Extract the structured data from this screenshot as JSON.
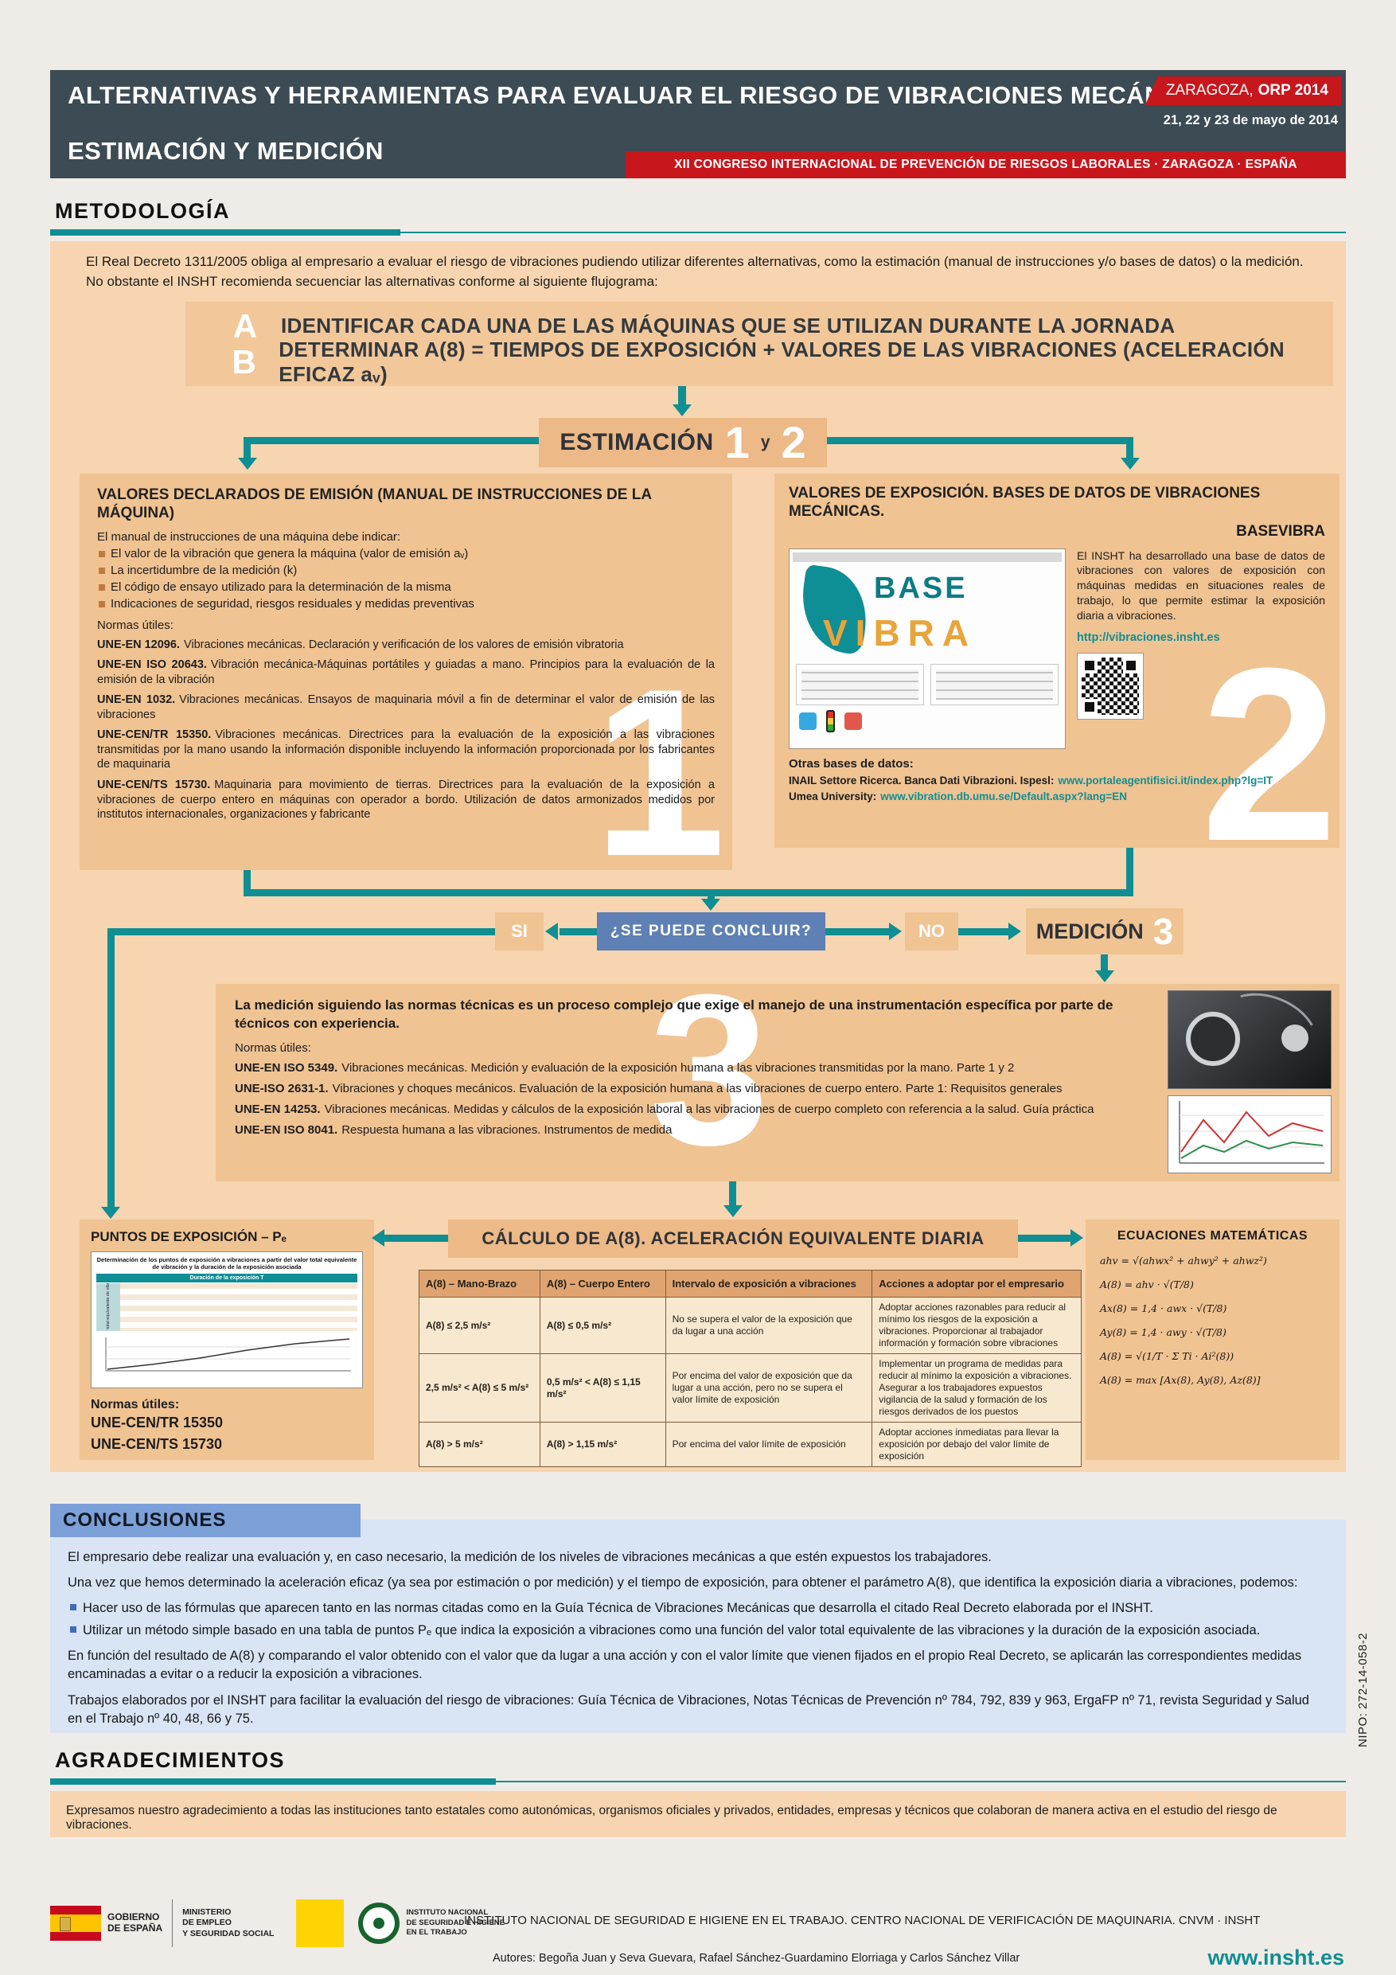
{
  "header": {
    "title_line1": "ALTERNATIVAS Y HERRAMIENTAS PARA EVALUAR EL RIESGO DE VIBRACIONES MECÁNICAS",
    "title_line2": "ESTIMACIÓN Y MEDICIÓN",
    "badge_city": "ZARAGOZA,",
    "badge_event": "ORP 2014",
    "dates": "21, 22 y 23 de mayo de 2014",
    "congress": "XII CONGRESO INTERNACIONAL DE PREVENCIÓN DE RIESGOS LABORALES · ZARAGOZA · ESPAÑA"
  },
  "metodologia": {
    "heading": "METODOLOGÍA",
    "intro": "El Real Decreto 1311/2005 obliga al empresario a evaluar el riesgo de vibraciones pudiendo utilizar diferentes alternativas, como la estimación (manual de instrucciones y/o bases de datos) o la medición. No obstante el INSHT recomienda secuenciar las alternativas conforme al siguiente flujograma:"
  },
  "flow": {
    "step_a_letter": "A",
    "step_a_text": "IDENTIFICAR CADA UNA DE LAS MÁQUINAS QUE SE UTILIZAN DURANTE LA JORNADA",
    "step_b_letter": "B",
    "step_b_text": "DETERMINAR A(8) = TIEMPOS DE EXPOSICIÓN + VALORES DE LAS VIBRACIONES (ACELERACIÓN EFICAZ aᵥ)",
    "estimacion_label": "ESTIMACIÓN",
    "estimacion_num1": "1",
    "estimacion_conj": "y",
    "estimacion_num2": "2",
    "question": "¿SE PUEDE CONCLUIR?",
    "yes_label": "SI",
    "no_label": "NO",
    "medicion_label": "MEDICIÓN",
    "medicion_number": "3"
  },
  "declared_values": {
    "title": "VALORES DECLARADOS DE EMISIÓN (MANUAL DE INSTRUCCIONES DE LA MÁQUINA)",
    "intro": "El manual de instrucciones de una máquina debe indicar:",
    "bullets": [
      "El valor de la vibración que genera la máquina (valor de emisión aᵥ)",
      "La incertidumbre de la medición (k)",
      "El código de ensayo utilizado para la determinación de la misma",
      "Indicaciones de seguridad, riesgos residuales y medidas preventivas"
    ],
    "normas_label": "Normas útiles:",
    "normas": [
      {
        "code": "UNE-EN 12096.",
        "text": "Vibraciones mecánicas. Declaración y verificación de los valores de emisión vibratoria"
      },
      {
        "code": "UNE-EN ISO 20643.",
        "text": "Vibración mecánica-Máquinas portátiles y guiadas a mano. Principios para la evaluación de la emisión de la vibración"
      },
      {
        "code": "UNE-EN 1032.",
        "text": "Vibraciones mecánicas. Ensayos de maquinaria móvil a fin de determinar el valor de emisión de las vibraciones"
      },
      {
        "code": "UNE-CEN/TR 15350.",
        "text": "Vibraciones mecánicas. Directrices para la evaluación de la exposición a las vibraciones transmitidas por la mano usando la información disponible incluyendo la información proporcionada por los fabricantes de maquinaria"
      },
      {
        "code": "UNE-CEN/TS 15730.",
        "text": "Maquinaria para movimiento de tierras. Directrices para la evaluación de la exposición a vibraciones de cuerpo entero en máquinas con operador a bordo. Utilización de datos armonizados medidos por institutos internacionales, organizaciones y fabricante"
      }
    ],
    "big_number": "1"
  },
  "exposure_values": {
    "title": "VALORES DE EXPOSICIÓN. BASES DE DATOS DE VIBRACIONES MECÁNICAS.",
    "subtitle": "BASEVIBRA",
    "logo_top": "BASE",
    "logo_bottom": "VIBRA",
    "description": "El INSHT ha desarrollado una base de datos de vibraciones con valores de exposición con máquinas medidas en situaciones reales de trabajo, lo que permite estimar la exposición diaria a vibraciones.",
    "link": "http://vibraciones.insht.es",
    "otras_label": "Otras bases de datos:",
    "otras": [
      {
        "name": "INAIL Settore Ricerca. Banca Dati Vibrazioni. Ispesl:",
        "url": "www.portaleagentifisici.it/index.php?lg=IT"
      },
      {
        "name": "Umea University:",
        "url": "www.vibration.db.umu.se/Default.aspx?lang=EN"
      }
    ],
    "big_number": "2"
  },
  "medicion": {
    "text": "La medición siguiendo las normas técnicas es un proceso complejo que exige el manejo de una instrumentación específica por parte de técnicos con experiencia.",
    "normas_label": "Normas útiles:",
    "normas": [
      {
        "code": "UNE-EN ISO 5349.",
        "text": "Vibraciones mecánicas. Medición y evaluación de la exposición humana a las vibraciones transmitidas por la mano. Parte 1 y 2"
      },
      {
        "code": "UNE-ISO 2631-1.",
        "text": "Vibraciones y choques mecánicos. Evaluación de la exposición humana a las vibraciones de cuerpo entero. Parte 1: Requisitos generales"
      },
      {
        "code": "UNE-EN 14253.",
        "text": "Vibraciones mecánicas. Medidas y cálculos de la exposición laboral a las vibraciones de cuerpo completo con referencia a la salud. Guía práctica"
      },
      {
        "code": "UNE-EN ISO 8041.",
        "text": "Respuesta humana a las vibraciones. Instrumentos de medida"
      }
    ],
    "big_number": "3"
  },
  "puntos": {
    "title": "PUNTOS DE EXPOSICIÓN – Pₑ",
    "figure_caption": "Determinación de los puntos de exposición a vibraciones a partir del valor total equivalente de vibración y la duración de la exposición asociada",
    "figure_col_header": "Duración de la exposición T",
    "figure_row_header": "Valor total equivalente de vibración",
    "normas_label": "Normas útiles:",
    "normas": [
      "UNE-CEN/TR 15350",
      "UNE-CEN/TS 15730"
    ]
  },
  "calculo": {
    "title": "CÁLCULO DE A(8). ACELERACIÓN EQUIVALENTE DIARIA",
    "headers": [
      "A(8) – Mano-Brazo",
      "A(8) – Cuerpo Entero",
      "Intervalo de exposición a vibraciones",
      "Acciones a adoptar por el empresario"
    ],
    "rows": [
      [
        "A(8) ≤ 2,5 m/s²",
        "A(8) ≤ 0,5 m/s²",
        "No se supera el valor de la exposición que da lugar a una acción",
        "Adoptar acciones razonables para reducir al mínimo los riesgos de la exposición a vibraciones. Proporcionar al trabajador información y formación sobre vibraciones"
      ],
      [
        "2,5 m/s² < A(8) ≤ 5 m/s²",
        "0,5 m/s² < A(8) ≤ 1,15 m/s²",
        "Por encima del valor de exposición que da lugar a una acción, pero no se supera el valor límite de exposición",
        "Implementar un programa de medidas para reducir al mínimo la exposición a vibraciones. Asegurar a los trabajadores expuestos vigilancia de la salud y formación de los riesgos derivados de los puestos"
      ],
      [
        "A(8) > 5 m/s²",
        "A(8) > 1,15 m/s²",
        "Por encima del valor límite de exposición",
        "Adoptar acciones inmediatas para llevar la exposición por debajo del valor límite de exposición"
      ]
    ]
  },
  "ecuaciones": {
    "title": "ECUACIONES MATEMÁTICAS",
    "formulas": [
      "ahv = √(ahwx² + ahwy² + ahwz²)",
      "A(8) = ahv · √(T/8)",
      "Ax(8) = 1,4 · awx · √(T/8)",
      "Ay(8) = 1,4 · awy · √(T/8)",
      "A(8) = √(1/T · Σ Ti · Ai²(8))",
      "A(8) = max [Ax(8), Ay(8), Az(8)]"
    ]
  },
  "conclusiones": {
    "heading": "CONCLUSIONES",
    "p1": "El empresario debe realizar una evaluación y, en caso necesario, la medición de los niveles de vibraciones mecánicas a que estén expuestos los trabajadores.",
    "p2": "Una vez que hemos determinado la aceleración eficaz (ya sea por estimación o por medición) y el tiempo de exposición, para obtener el parámetro A(8), que identifica la exposición diaria a vibraciones, podemos:",
    "bullets": [
      "Hacer uso de las fórmulas que aparecen tanto en las normas citadas como en la Guía Técnica de Vibraciones Mecánicas que desarrolla el citado Real Decreto elaborada por el INSHT.",
      "Utilizar un método simple basado en una tabla de puntos Pₑ que indica la exposición a vibraciones como una función del valor total equivalente de las vibraciones y la duración de la exposición asociada."
    ],
    "p3": "En función del resultado de A(8) y comparando el valor obtenido con el valor que da lugar a una acción y con el valor límite que vienen fijados en el propio Real Decreto, se aplicarán las correspondientes medidas encaminadas a evitar o a reducir la exposición a vibraciones.",
    "p4": "Trabajos elaborados por el INSHT para facilitar la evaluación del riesgo de vibraciones: Guía Técnica de Vibraciones, Notas Técnicas de Prevención nº 784, 792, 839 y 963, ErgaFP nº 71, revista Seguridad y Salud en el Trabajo nº 40, 48, 66 y 75."
  },
  "nipo": "NIPO: 272-14-058-2",
  "agradecimientos": {
    "heading": "AGRADECIMIENTOS",
    "text": "Expresamos nuestro agradecimiento a todas las instituciones tanto estatales como autonómicas, organismos oficiales y privados, entidades, empresas y técnicos que colaboran de manera activa en el estudio del riesgo de vibraciones."
  },
  "footer": {
    "gobierno_line1": "GOBIERNO",
    "gobierno_line2": "DE ESPAÑA",
    "ministerio": [
      "MINISTERIO",
      "DE EMPLEO",
      "Y SEGURIDAD SOCIAL"
    ],
    "insht": [
      "INSTITUTO NACIONAL",
      "DE SEGURIDAD E HIGIENE",
      "EN EL TRABAJO"
    ],
    "institute": "INSTITUTO NACIONAL DE SEGURIDAD E HIGIENE EN EL TRABAJO. CENTRO NACIONAL DE VERIFICACIÓN DE MAQUINARIA. CNVM · INSHT",
    "autores": "Autores: Begoña Juan y Seva Guevara, Rafael Sánchez-Guardamino Elorriaga y Carlos Sánchez Villar",
    "website": "www.insht.es"
  },
  "colors": {
    "teal": "#0f8e93",
    "red": "#c8161d",
    "header_dark": "#3c4b54",
    "peach_bg": "#f6d5b0",
    "box_peach": "#f0c392",
    "question_blue": "#5e80b4",
    "conclusions_bg": "#d9e4f4",
    "conclusions_chip": "#7ba0d8",
    "link": "#0f8e93",
    "big_number_white": "#ffffff"
  }
}
